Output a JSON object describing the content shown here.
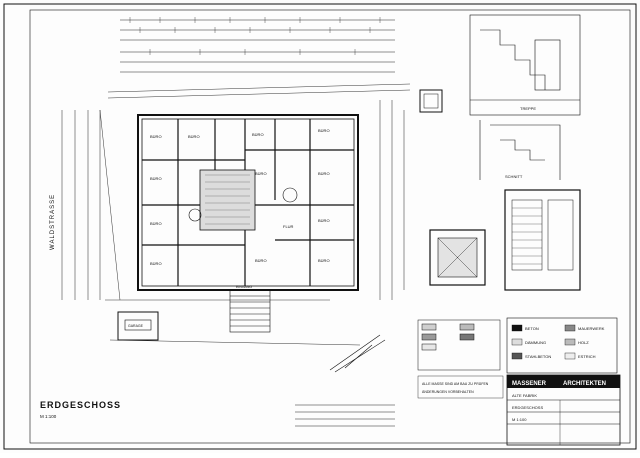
{
  "sheet": {
    "title": "ERDGESCHOSS",
    "street": "WALDSTRASSE",
    "scale_note": "M 1:100",
    "colors": {
      "ink": "#111111",
      "hatch": "#555555",
      "paper": "#fdfdfd"
    }
  },
  "rooms": [
    {
      "id": "r1",
      "label": "BÜRO"
    },
    {
      "id": "r2",
      "label": "BÜRO"
    },
    {
      "id": "r3",
      "label": "BÜRO"
    },
    {
      "id": "r4",
      "label": "BÜRO"
    },
    {
      "id": "r5",
      "label": "BÜRO"
    },
    {
      "id": "r6",
      "label": "BÜRO"
    },
    {
      "id": "r7",
      "label": "BÜRO"
    },
    {
      "id": "r8",
      "label": "BÜRO"
    },
    {
      "id": "r9",
      "label": "BÜRO"
    },
    {
      "id": "r10",
      "label": "BÜRO"
    },
    {
      "id": "r11",
      "label": "BÜRO"
    },
    {
      "id": "r12",
      "label": "BÜRO"
    }
  ],
  "plan_labels": {
    "corridor": "FLUR",
    "entrance": "EINGANG",
    "garage": "GARAGE"
  },
  "legend": {
    "items": [
      {
        "label": "BETON"
      },
      {
        "label": "MAUERWERK"
      },
      {
        "label": "DÄMMUNG"
      },
      {
        "label": "HOLZ"
      },
      {
        "label": "STAHLBETON"
      },
      {
        "label": "ESTRICH"
      }
    ]
  },
  "title_block": {
    "header_left": "MASSENER",
    "header_right": "ARCHITEKTEN",
    "line1": "ALTE FABRIK",
    "line2": "ERDGESCHOSS",
    "line3": "M 1:100"
  },
  "notes": {
    "line1": "ALLE MASSE SIND AM BAU ZU PRÜFEN",
    "line2": "ÄNDERUNGEN VORBEHALTEN"
  },
  "detail_labels": {
    "stair": "TREPPE",
    "section": "SCHNITT"
  }
}
